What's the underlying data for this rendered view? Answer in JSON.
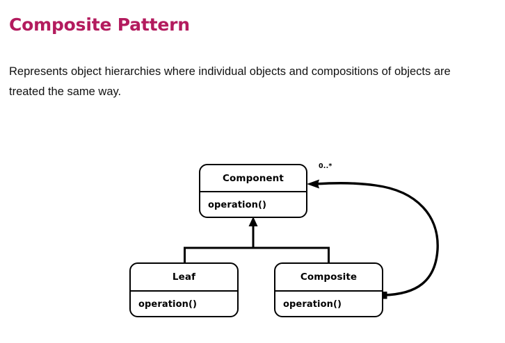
{
  "page": {
    "title": "Composite Pattern",
    "description": "Represents object hierarchies where individual objects and compositions of objects are treated the same way.",
    "title_color": "#b31b5e",
    "text_color": "#111111",
    "background_color": "#ffffff"
  },
  "diagram": {
    "type": "uml-class-diagram",
    "line_color": "#000000",
    "box_fill": "#ffffff",
    "classes": [
      {
        "id": "component",
        "name": "Component",
        "operations": [
          "operation()"
        ],
        "role": "abstract-component"
      },
      {
        "id": "leaf",
        "name": "Leaf",
        "operations": [
          "operation()"
        ],
        "role": "leaf"
      },
      {
        "id": "composite",
        "name": "Composite",
        "operations": [
          "operation()"
        ],
        "role": "composite"
      }
    ],
    "relationships": [
      {
        "id": "leaf-inherits-component",
        "type": "generalization",
        "from": "leaf",
        "to": "component",
        "arrowhead": "solid-triangle"
      },
      {
        "id": "composite-inherits-component",
        "type": "generalization",
        "from": "composite",
        "to": "component",
        "arrowhead": "solid-triangle"
      },
      {
        "id": "composite-contains-component",
        "type": "composition",
        "from": "composite",
        "to": "component",
        "source_marker": "filled-diamond",
        "arrowhead": "open-arrow",
        "multiplicity": "0..*"
      }
    ]
  }
}
